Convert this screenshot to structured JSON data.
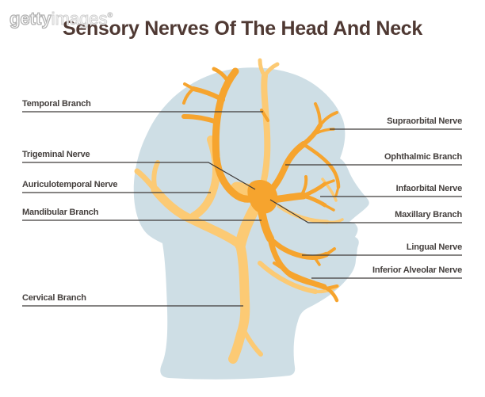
{
  "watermark": {
    "brand_bold": "getty",
    "brand_rest": "images",
    "registered": "®"
  },
  "title": "Sensory Nerves Of The Head And Neck",
  "diagram": {
    "subject": "sensory nerves of the head and neck, side profile",
    "labels_left": [
      {
        "text": "Temporal Branch"
      },
      {
        "text": "Trigeminal Nerve"
      },
      {
        "text": "Auriculotemporal Nerve"
      },
      {
        "text": "Mandibular Branch"
      },
      {
        "text": "Cervical Branch"
      }
    ],
    "labels_right": [
      {
        "text": "Supraorbital Nerve"
      },
      {
        "text": "Ophthalmic Branch"
      },
      {
        "text": "Infaorbital Nerve"
      },
      {
        "text": "Maxillary Branch"
      },
      {
        "text": "Lingual Nerve"
      },
      {
        "text": "Inferior Alveolar Nerve"
      }
    ],
    "colors": {
      "head_silhouette": "#CEDEE5",
      "nerve_light": "#FCCA74",
      "nerve_dark": "#F6A42E",
      "leader_line": "#3E3A39",
      "title_text": "#4F3933",
      "label_text": "#45403E"
    }
  }
}
